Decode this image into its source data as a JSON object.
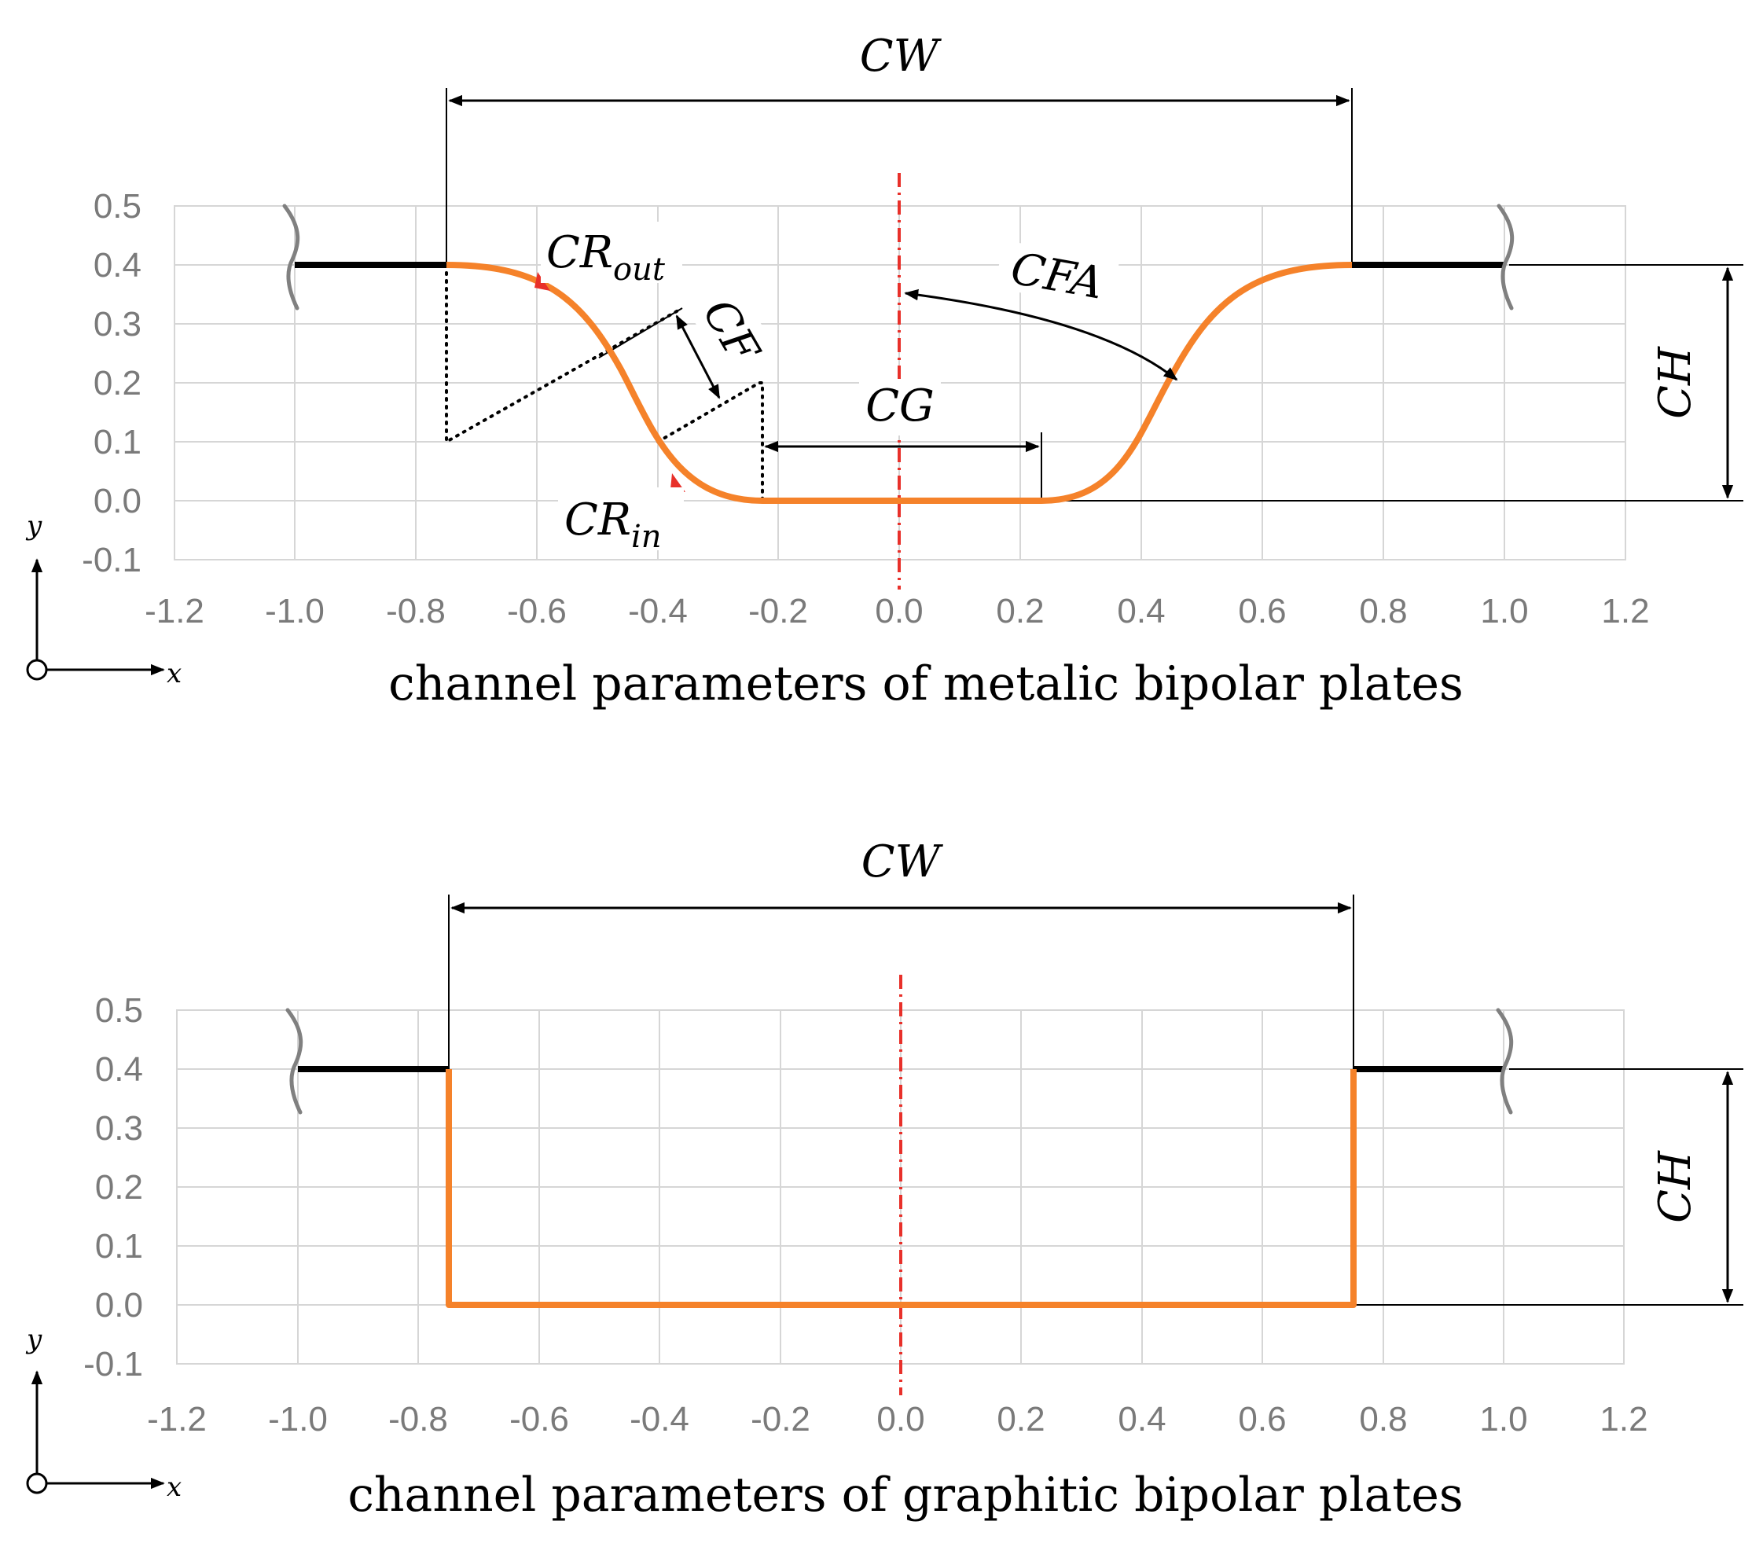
{
  "panels": [
    {
      "caption": "channel parameters of metalic bipolar plates",
      "x_ticks": [
        "-1.2",
        "-1.0",
        "-0.8",
        "-0.6",
        "-0.4",
        "-0.2",
        "0.0",
        "0.2",
        "0.4",
        "0.6",
        "0.8",
        "1.0",
        "1.2"
      ],
      "y_ticks": [
        "0.5",
        "0.4",
        "0.3",
        "0.2",
        "0.1",
        "0.0",
        "-0.1"
      ],
      "labels": {
        "cw": "CW",
        "ch": "CH",
        "cg": "CG",
        "cf": "CF",
        "cfa": "CFA",
        "cr_out_main": "CR",
        "cr_out_sub": "out",
        "cr_in_main": "CR",
        "cr_in_sub": "in"
      },
      "axis_symbols": {
        "x": "x",
        "y": "y"
      }
    },
    {
      "caption": "channel parameters of graphitic bipolar plates",
      "x_ticks": [
        "-1.2",
        "-1.0",
        "-0.8",
        "-0.6",
        "-0.4",
        "-0.2",
        "0.0",
        "0.2",
        "0.4",
        "0.6",
        "0.8",
        "1.0",
        "1.2"
      ],
      "y_ticks": [
        "0.5",
        "0.4",
        "0.3",
        "0.2",
        "0.1",
        "0.0",
        "-0.1"
      ],
      "labels": {
        "cw": "CW",
        "ch": "CH"
      },
      "axis_symbols": {
        "x": "x",
        "y": "y"
      }
    }
  ],
  "colors": {
    "profile": "#f5822a",
    "centerline": "#e8302a",
    "grid": "#d6d6d6",
    "tick_text": "#7a7a7a"
  }
}
